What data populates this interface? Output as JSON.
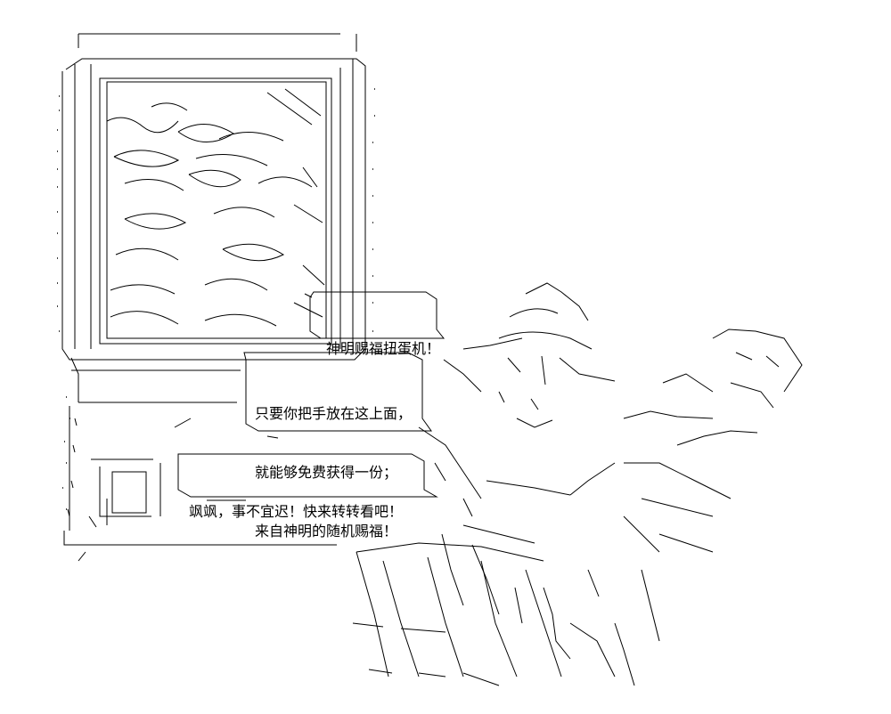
{
  "colors": {
    "background": "#ffffff",
    "ink": "#000000"
  },
  "artwork": {
    "machine": "gacha-machine-ascii-art",
    "character": "ascii-art-character"
  },
  "bubbles": {
    "title": {
      "text": "神明赐福扭蛋机！"
    },
    "info": {
      "lines": [
        "只要你把手放在这上面，",
        "就能够免费获得一份；",
        "来自神明的随机赐福！"
      ]
    },
    "call": {
      "text": "飒飒，事不宜迟！快来转转看吧！"
    }
  }
}
